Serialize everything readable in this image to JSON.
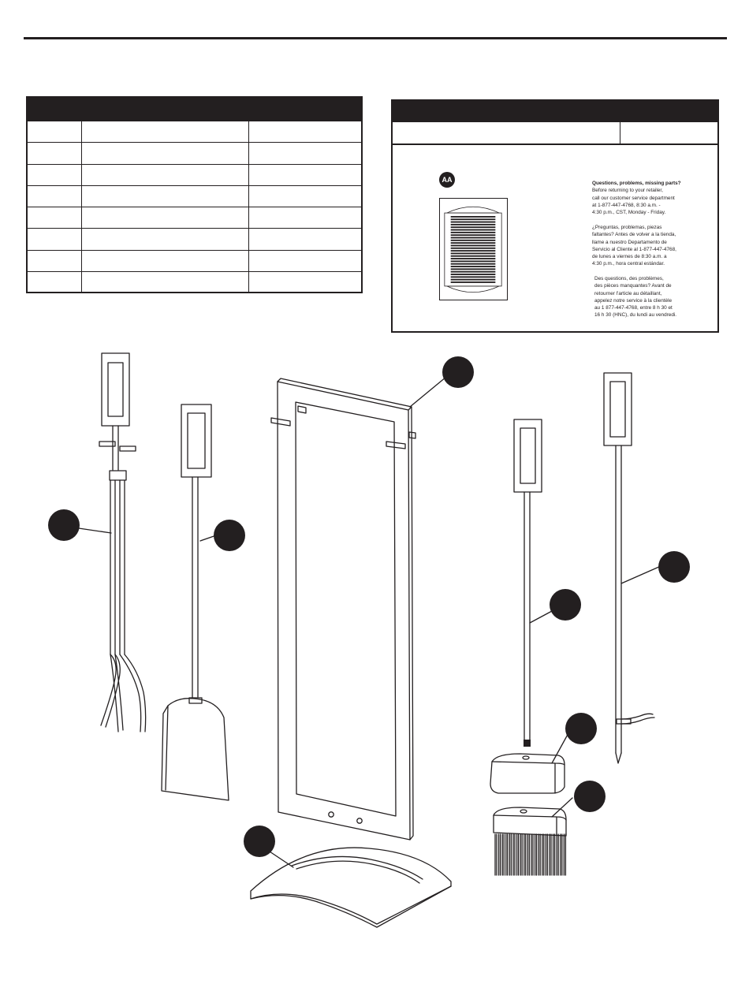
{
  "page": {
    "background": "#ffffff",
    "ink": "#231f20"
  },
  "hardware": {
    "badge": "AA",
    "help_en": [
      "Questions, problems, missing parts?",
      "Before returning to your retailer,",
      "call our customer service department",
      "at 1-877-447-4768, 8:30 a.m. -",
      "4:30 p.m., CST, Monday - Friday."
    ],
    "help_es": [
      "¿Preguntas, problemas, piezas",
      "faltantes? Antes de volver a la tienda,",
      "llame a nuestro Departamento de",
      "Servicio al Cliente al 1-877-447-4768,",
      "de lunes a viernes de 8:30 a.m. a",
      "4:30 p.m., hora central estándar."
    ],
    "help_fr": [
      "Des questions, des problèmes,",
      "des pièces manquantes? Avant de",
      "retourner l'article au détaillant,",
      "appelez notre service à la clientèle",
      "au 1 877-447-4768, entre 8 h 30 et",
      "16 h 30 (HNC), du lundi au vendredi."
    ]
  },
  "icons": [
    "tongs-icon",
    "shovel-icon",
    "stand-frame-icon",
    "stand-base-icon",
    "poker-icon",
    "broom-handle-icon",
    "broom-head-icon",
    "brush-bristles-icon",
    "screw-pack-icon"
  ]
}
